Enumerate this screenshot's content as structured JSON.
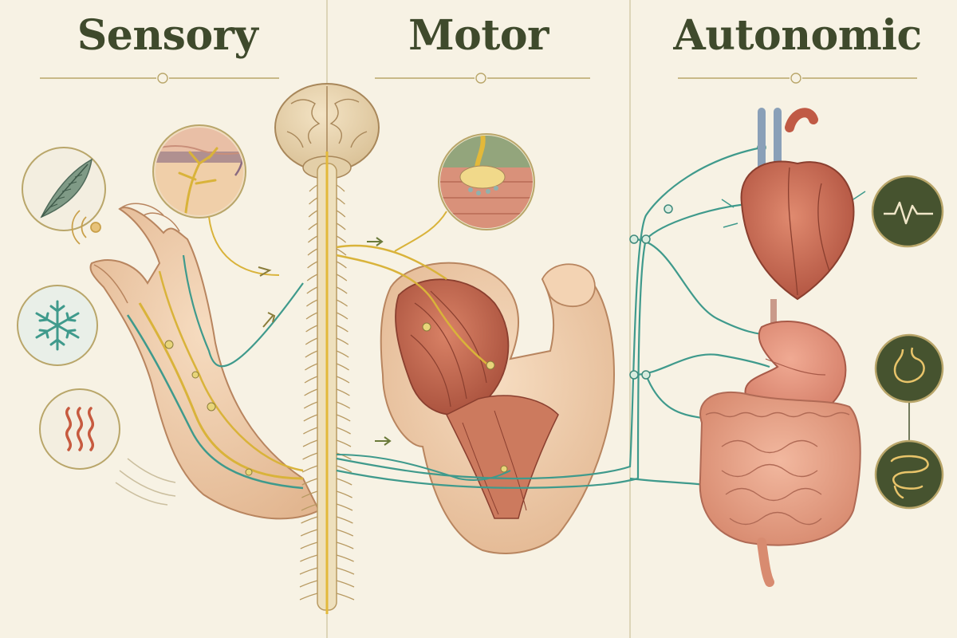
{
  "headings": {
    "sensory": "Sensory",
    "motor": "Motor",
    "autonomic": "Autonomic"
  },
  "colors": {
    "background": "#f7f2e4",
    "heading": "#3f4a2c",
    "divider": "#c9bf9a",
    "ornament": "#b9a66a",
    "sensory_nerve": "#d9b33a",
    "motor_nerve": "#d9b33a",
    "autonomic_nerve": "#3f9a8c",
    "muscle": "#c96b52",
    "skin": "#f0cfae",
    "organ": "#e3907e",
    "icon_badge": "#3f4a2c"
  },
  "icons": {
    "sensory": [
      "feather-icon",
      "snowflake-icon",
      "heat-waves-icon"
    ],
    "motor": [
      "neuromuscular-junction-icon"
    ],
    "autonomic": [
      "heartbeat-icon",
      "stomach-icon",
      "intestine-icon"
    ]
  }
}
